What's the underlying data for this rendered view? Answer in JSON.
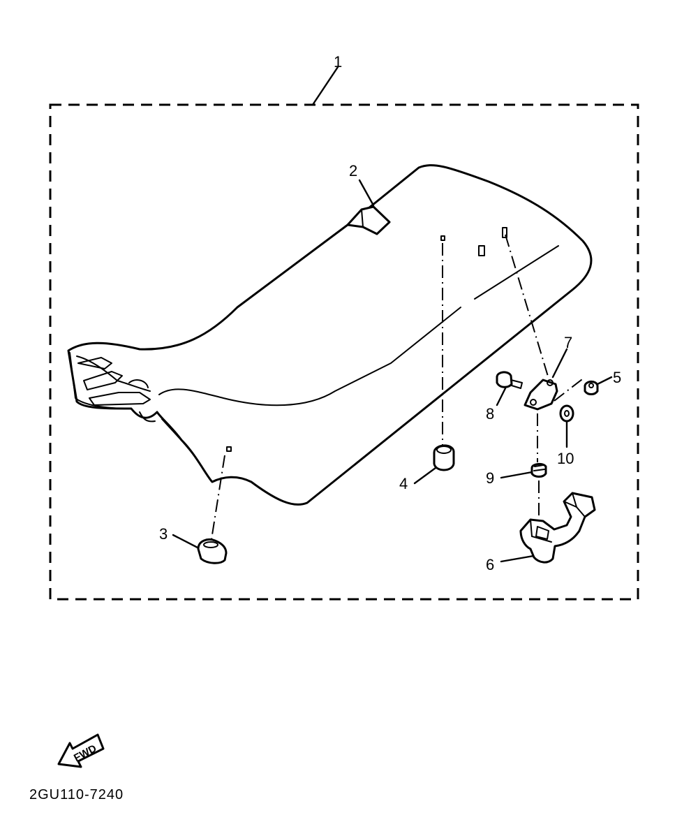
{
  "diagram": {
    "callouts": {
      "c1": "1",
      "c2": "2",
      "c3": "3",
      "c4": "4",
      "c5": "5",
      "c6": "6",
      "c7": "7",
      "c8": "8",
      "c9": "9",
      "c10": "10"
    },
    "fwd_label": "FWD",
    "diagram_code": "2GU110-7240",
    "colors": {
      "ink": "#000000",
      "paper": "#ffffff"
    },
    "icons": {
      "direction": "fwd-arrow-icon"
    }
  }
}
